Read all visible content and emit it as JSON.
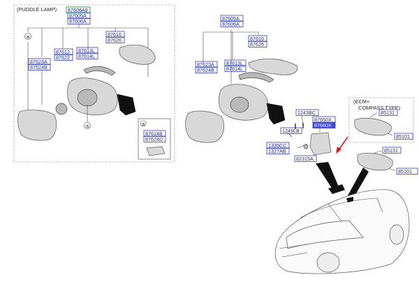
{
  "panel_left": {
    "caption": "(PUDDLE LAMP)",
    "callout_ref": "a",
    "labels": {
      "l1a": "87606A8",
      "l1b": "87605A",
      "l1c": "87606A",
      "l2a": "87616",
      "l2b": "87626",
      "l3a": "87623A",
      "l3b": "87624B",
      "l4a": "87612",
      "l4b": "87622",
      "l5a": "87613L",
      "l5b": "87614L",
      "inset_a": "87614B",
      "inset_b": "87624D"
    }
  },
  "panel_mid": {
    "labels": {
      "m1a": "87605A",
      "m1b": "87606A",
      "m2a": "87616",
      "m2b": "87626",
      "m3a": "87623A",
      "m3b": "87624B",
      "m4a": "87613L",
      "m4b": "87614L",
      "m5": "1243BC",
      "m6a": "87650X",
      "m6b": "87660X",
      "m7": "1249LB",
      "m8a": "1339CC",
      "m8b": "1327AB",
      "m9": "82315A"
    }
  },
  "panel_right": {
    "caption_1": "(ECM+",
    "caption_2": "COMPASS TYPE)",
    "labels": {
      "r1": "85131",
      "r2": "85101",
      "r3": "85131",
      "r4": "85101"
    }
  },
  "colors": {
    "label_text": "#1f2a8a",
    "label_border": "#2f3cc9",
    "highlight": "#3d4ad8",
    "pointer_arrow": "#e01818"
  }
}
